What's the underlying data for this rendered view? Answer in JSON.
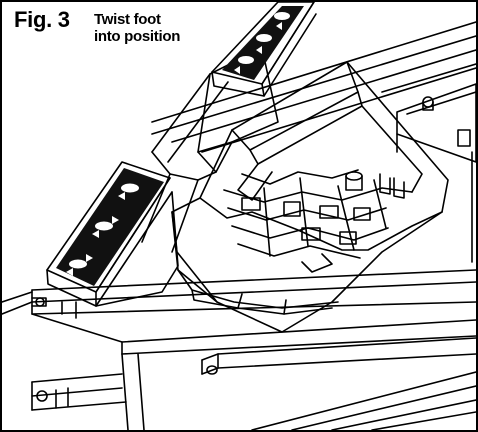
{
  "figure": {
    "label": "Fig. 3",
    "caption_line1": "Twist foot",
    "caption_line2": "into position"
  },
  "colors": {
    "line": "#000000",
    "background": "#ffffff",
    "pad": "#111111"
  },
  "icons": [
    "arrow-pad-icon"
  ]
}
